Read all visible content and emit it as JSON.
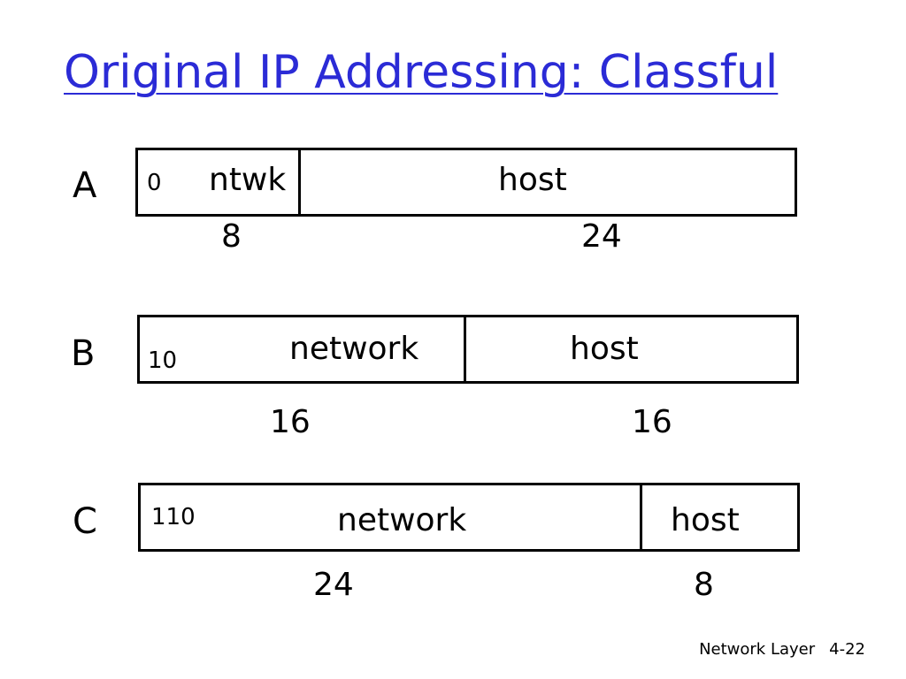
{
  "title": "Original IP Addressing: Classful",
  "classes": [
    {
      "letter": "A",
      "prefix": "0",
      "network_label": "ntwk",
      "host_label": "host",
      "network_bits": "8",
      "host_bits": "24"
    },
    {
      "letter": "B",
      "prefix": "10",
      "network_label": "network",
      "host_label": "host",
      "network_bits": "16",
      "host_bits": "16"
    },
    {
      "letter": "C",
      "prefix": "110",
      "network_label": "network",
      "host_label": "host",
      "network_bits": "24",
      "host_bits": "8"
    }
  ],
  "footer": {
    "section": "Network Layer",
    "page": "4-22"
  },
  "colors": {
    "title": "#2b2bd6"
  }
}
